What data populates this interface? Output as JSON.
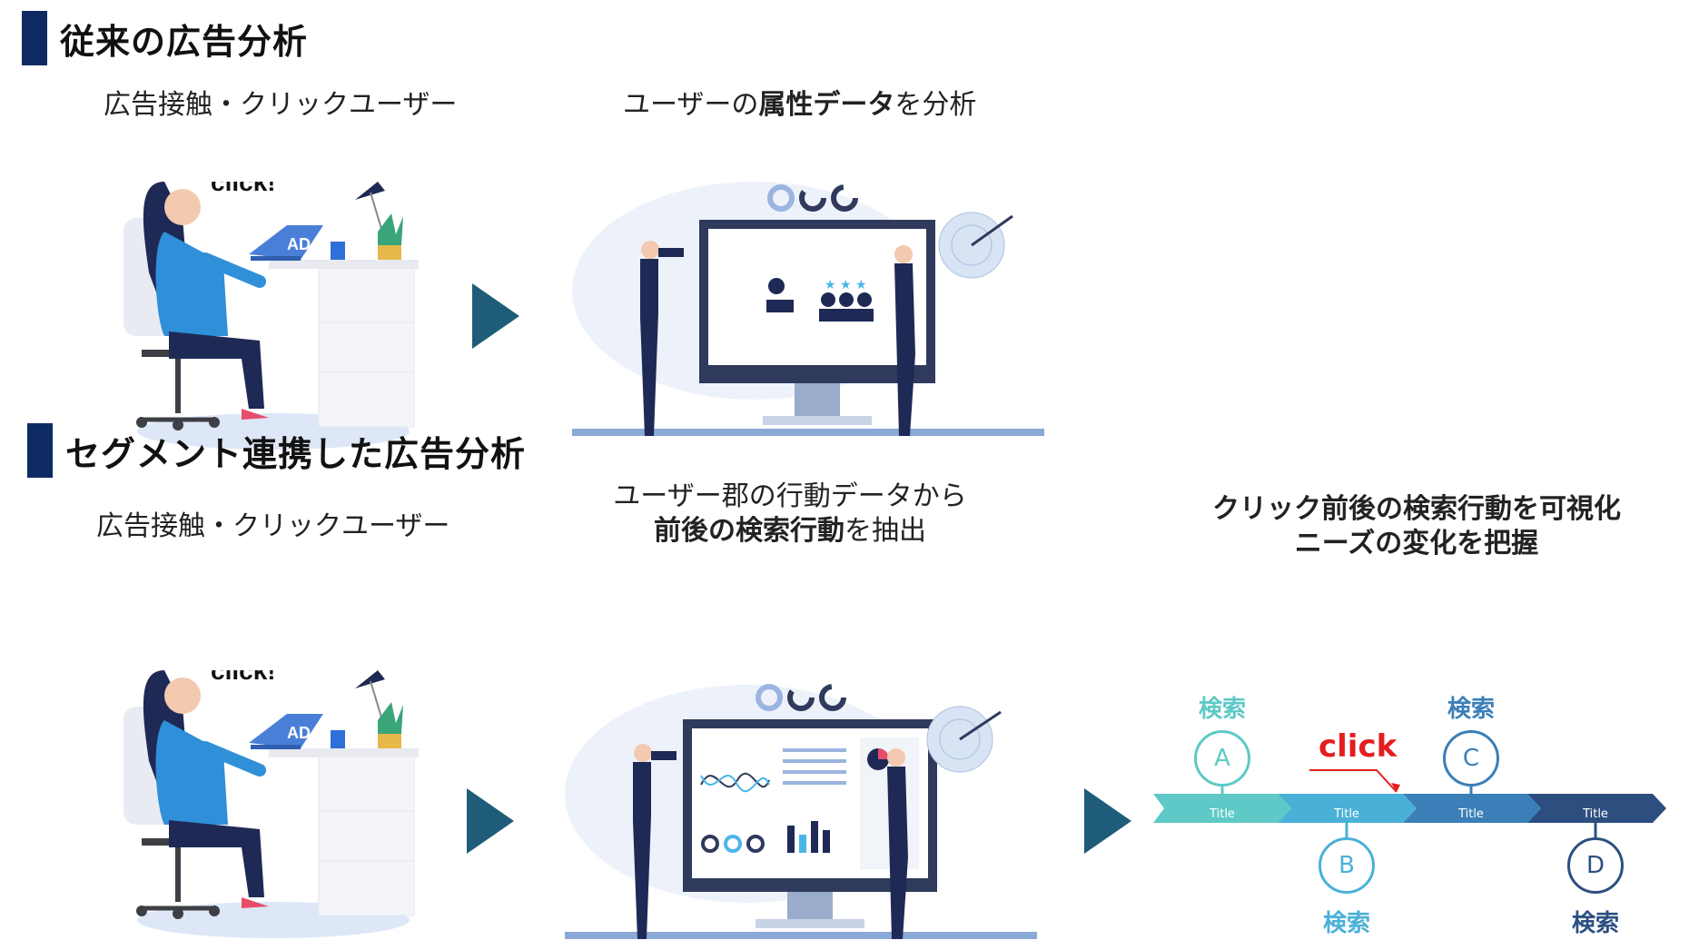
{
  "section1": {
    "title": "従来の広告分析",
    "step1_label": "広告接触・クリックユーザー",
    "step2_label_normal1": "ユーザーの",
    "step2_label_bold": "属性データ",
    "step2_label_normal2": "を分析"
  },
  "section2": {
    "title": "セグメント連携した広告分析",
    "step1_label": "広告接触・クリックユーザー",
    "step2_line1": "ユーザー郡の行動データから",
    "step2_line2_bold": "前後の検索行動",
    "step2_line2_normal": "を抽出",
    "step3_line1": "クリック前後の検索行動を可視化",
    "step3_line2": "ニーズの変化を把握"
  },
  "illustration": {
    "click_text": "click!",
    "ad_text": "AD"
  },
  "timeline": {
    "segments": [
      {
        "title": "Title",
        "color": "#5ec9c6"
      },
      {
        "title": "Title",
        "color": "#4bb0d8"
      },
      {
        "title": "Title",
        "color": "#3a7fb8"
      },
      {
        "title": "Title",
        "color": "#2c4f80"
      }
    ],
    "nodes": [
      {
        "letter": "A",
        "search": "検索",
        "color": "#5ec9c6"
      },
      {
        "letter": "B",
        "search": "検索",
        "color": "#4bb0d8"
      },
      {
        "letter": "C",
        "search": "検索",
        "color": "#3a7fb8"
      },
      {
        "letter": "D",
        "search": "検索",
        "color": "#2c4f80"
      }
    ],
    "click_label": "click"
  }
}
